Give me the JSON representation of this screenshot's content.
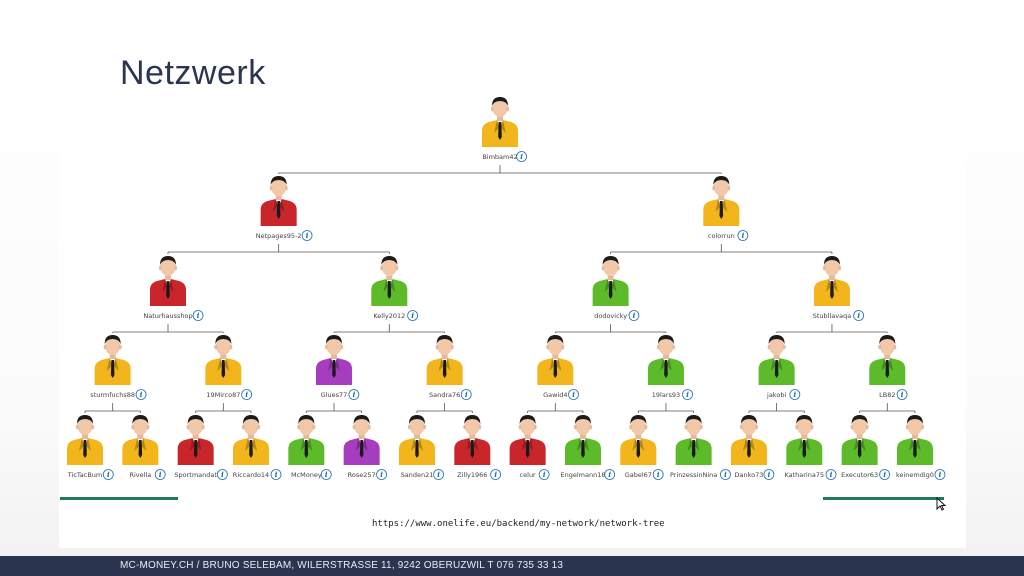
{
  "slide": {
    "title": "Netzwerk",
    "footer": "MC-MONEY.CH / BRUNO SELEBAM, WILERSTRASSE 11, 9242 OBERUZWIL T 076 735 33 13"
  },
  "browser": {
    "url": "https://www.onelife.eu/backend/my-network/network-tree"
  },
  "colors": {
    "yellow": "#f3b51c",
    "red": "#c8262b",
    "green": "#5dbb2a",
    "purple": "#a63dbf",
    "connector": "#555555",
    "info": "#1f6fb2"
  },
  "icons": {
    "member": "person-icon",
    "info": "info-icon",
    "cursor": "mouse-cursor-icon"
  },
  "network_tree": [
    {
      "name": "Bimbam42",
      "color": "yellow",
      "level": 0
    },
    {
      "name": "Netpages95-2",
      "color": "red",
      "level": 1
    },
    {
      "name": "colorrun",
      "color": "yellow",
      "level": 1
    },
    {
      "name": "Naturhausshop",
      "color": "red",
      "level": 2
    },
    {
      "name": "Kelly2012",
      "color": "green",
      "level": 2
    },
    {
      "name": "dodovicky",
      "color": "green",
      "level": 2
    },
    {
      "name": "Stubllavaqa",
      "color": "yellow",
      "level": 2
    },
    {
      "name": "sturmfuchs88",
      "color": "yellow",
      "level": 3
    },
    {
      "name": "19Mirco87",
      "color": "yellow",
      "level": 3
    },
    {
      "name": "Glues77",
      "color": "purple",
      "level": 3
    },
    {
      "name": "Sandra76",
      "color": "yellow",
      "level": 3
    },
    {
      "name": "Gawid4",
      "color": "yellow",
      "level": 3
    },
    {
      "name": "19lars93",
      "color": "green",
      "level": 3
    },
    {
      "name": "jakobi",
      "color": "green",
      "level": 3
    },
    {
      "name": "LB82",
      "color": "green",
      "level": 3
    },
    {
      "name": "TicTacBum",
      "color": "yellow",
      "level": 4
    },
    {
      "name": "Rivella",
      "color": "yellow",
      "level": 4
    },
    {
      "name": "Sportmandat",
      "color": "red",
      "level": 4
    },
    {
      "name": "Riccardo14",
      "color": "yellow",
      "level": 4
    },
    {
      "name": "McMoney",
      "color": "green",
      "level": 4
    },
    {
      "name": "Rose257",
      "color": "purple",
      "level": 4
    },
    {
      "name": "Sanden21",
      "color": "yellow",
      "level": 4
    },
    {
      "name": "Zilly1966",
      "color": "red",
      "level": 4
    },
    {
      "name": "celur",
      "color": "red",
      "level": 4
    },
    {
      "name": "Engelmann18",
      "color": "green",
      "level": 4
    },
    {
      "name": "Gabel67",
      "color": "yellow",
      "level": 4
    },
    {
      "name": "PrinzessinNina",
      "color": "green",
      "level": 4
    },
    {
      "name": "Danko73",
      "color": "yellow",
      "level": 4
    },
    {
      "name": "Katharina75",
      "color": "green",
      "level": 4
    },
    {
      "name": "Executor63",
      "color": "green",
      "level": 4
    },
    {
      "name": "keinemdig0",
      "color": "green",
      "level": 4
    }
  ]
}
